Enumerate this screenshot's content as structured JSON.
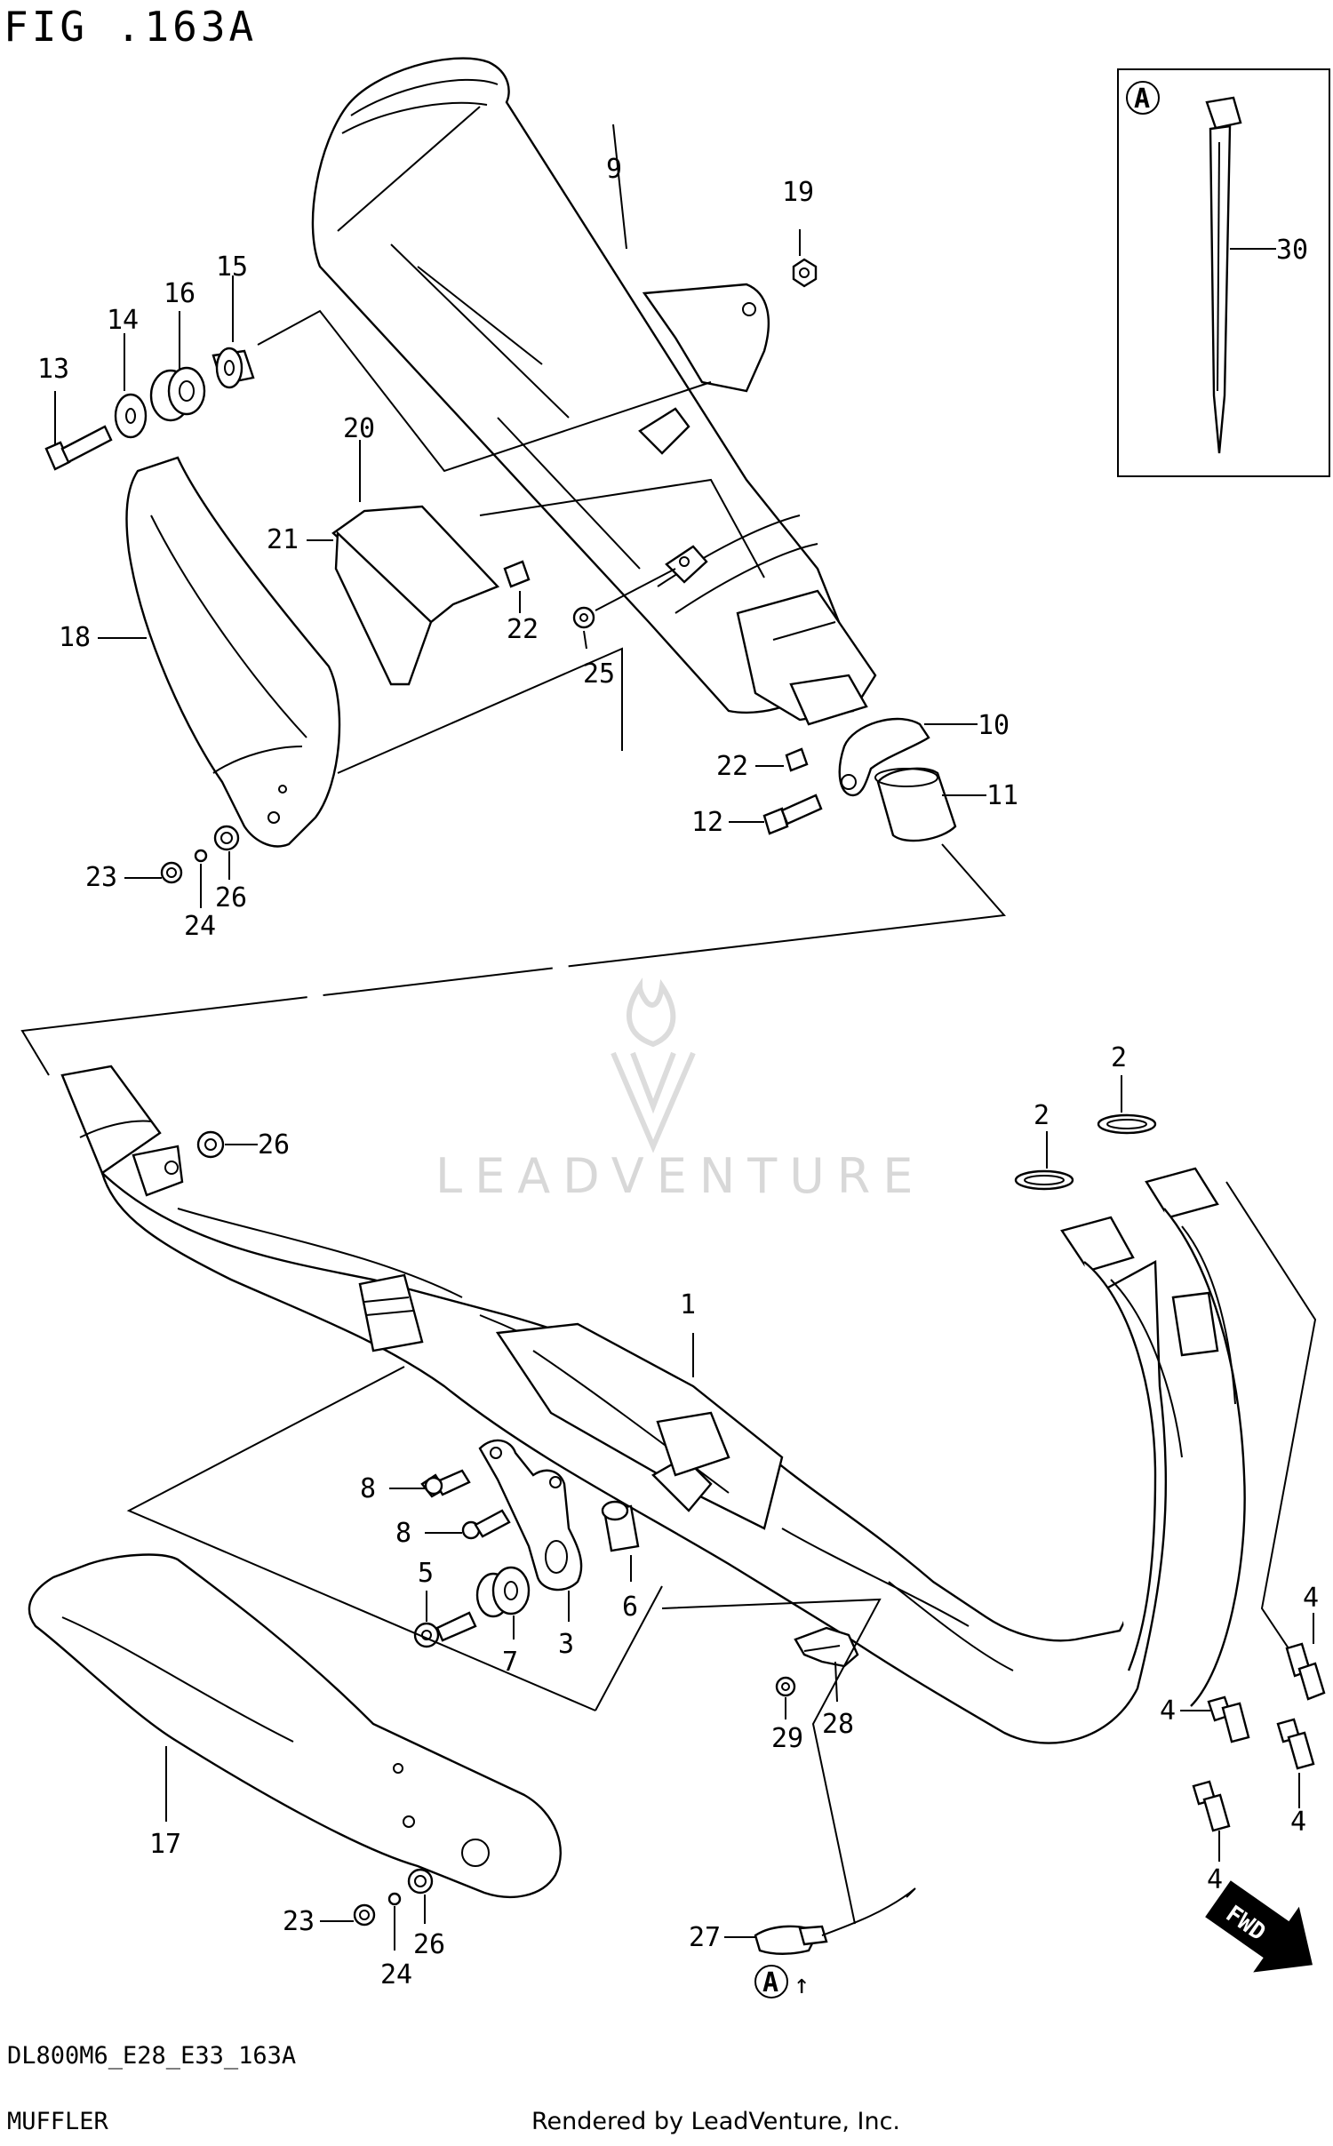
{
  "figure": {
    "title": "FIG .163A",
    "code": "DL800M6_E28_E33_163A",
    "name": "MUFFLER",
    "credit": "Rendered by LeadVenture, Inc.",
    "watermark": "LEADVENTURE"
  },
  "inset": {
    "marker": "A",
    "callout": "30"
  },
  "callouts": [
    "1",
    "2",
    "2",
    "3",
    "4",
    "4",
    "4",
    "4",
    "5",
    "6",
    "7",
    "8",
    "8",
    "9",
    "10",
    "11",
    "12",
    "13",
    "14",
    "15",
    "16",
    "17",
    "18",
    "19",
    "20",
    "21",
    "22",
    "22",
    "23",
    "23",
    "24",
    "24",
    "25",
    "26",
    "26",
    "26",
    "27",
    "28",
    "29"
  ],
  "markers": {
    "clamp_ref": "A",
    "arrow_glyph": "↑"
  },
  "fwd": {
    "label": "FWD"
  }
}
